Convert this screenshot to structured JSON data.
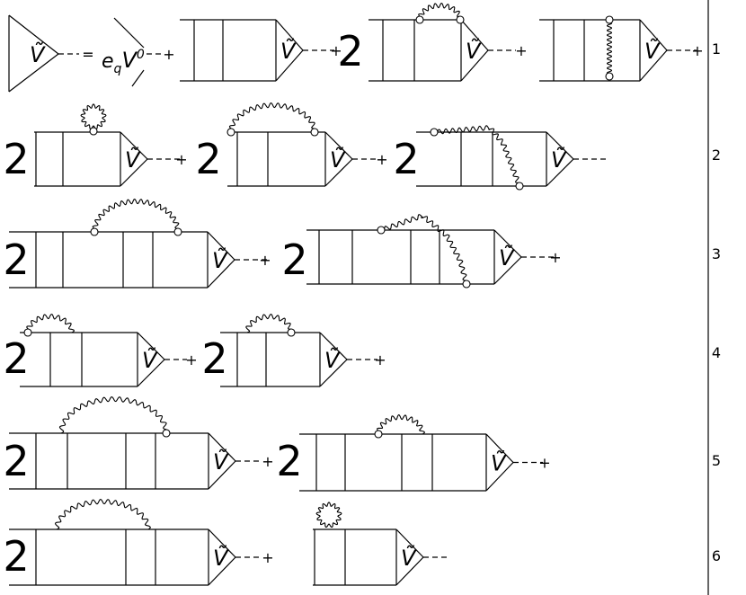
{
  "symbols": {
    "vertex_label": "Ṽ",
    "plus": "+",
    "equals": "=",
    "bare_vertex": "e",
    "bare_vertex_sub": "q",
    "bare_vertex_V": "V",
    "bare_vertex_sup": "0",
    "coefficient": "2"
  },
  "row_numbers": [
    "1",
    "2",
    "3",
    "4",
    "5",
    "6"
  ]
}
